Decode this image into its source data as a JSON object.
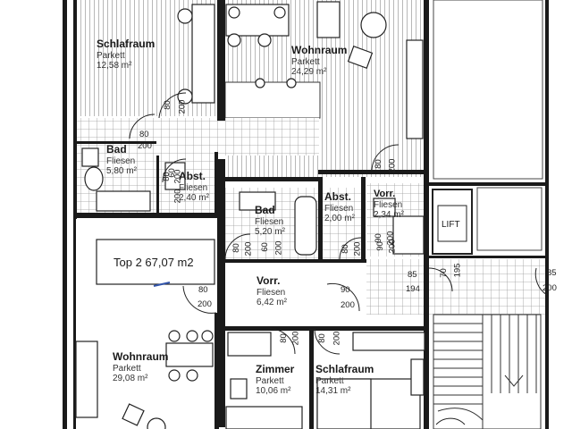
{
  "plan": {
    "rooms": {
      "schlafraum_1": {
        "name": "Schlafraum",
        "floor": "Parkett",
        "area": "12,58 m²"
      },
      "wohnraum_1": {
        "name": "Wohnraum",
        "floor": "Parkett",
        "area": "24,29 m²"
      },
      "bad_1": {
        "name": "Bad",
        "floor": "Fliesen",
        "area": "5,80 m²"
      },
      "abst_1": {
        "name": "Abst.",
        "floor": "Fliesen",
        "area": "2,40 m²"
      },
      "bad_2": {
        "name": "Bad",
        "floor": "Fliesen",
        "area": "5,20 m²"
      },
      "abst_2": {
        "name": "Abst.",
        "floor": "Fliesen",
        "area": "2,00 m²"
      },
      "vorr_1": {
        "name": "Vorr.",
        "floor": "Fliesen",
        "area": "2,34 m²"
      },
      "vorr_2": {
        "name": "Vorr.",
        "floor": "Fliesen",
        "area": "6,42 m²"
      },
      "wohnraum_2": {
        "name": "Wohnraum",
        "floor": "Parkett",
        "area": "29,08 m²"
      },
      "zimmer": {
        "name": "Zimmer",
        "floor": "Parkett",
        "area": "10,06 m²"
      },
      "schlafraum_2": {
        "name": "Schlafraum",
        "floor": "Parkett",
        "area": "14,31 m²"
      }
    },
    "unit_label": "Top 2  67,07 m2",
    "lift_label": "LIFT",
    "door_dims": {
      "d1": "80",
      "d2": "200",
      "d3": "80",
      "d4": "200",
      "d5": "60",
      "d6": "200",
      "d7": "80",
      "d8": "200",
      "d9": "80",
      "d10": "200",
      "d11": "90",
      "d12": "200",
      "d13": "80",
      "d14": "200",
      "d15": "60",
      "d16": "200",
      "d17": "80",
      "d18": "200",
      "d19": "85",
      "d20": "194",
      "d21": "70",
      "d22": "195",
      "d23": "85",
      "d24": "200",
      "d25": "80",
      "d26": "200",
      "d27": "80",
      "d28": "200",
      "d29": "90",
      "d30": "200",
      "d31": "90",
      "d32": "200",
      "d33": "80",
      "d34": "200"
    }
  }
}
